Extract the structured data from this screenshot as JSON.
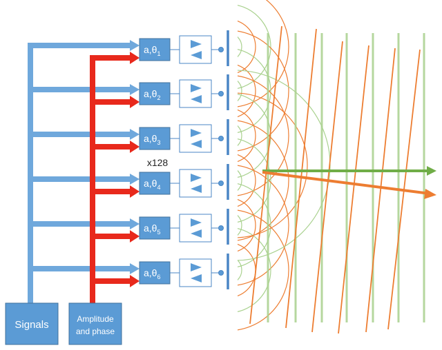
{
  "colors": {
    "blue": "#6fa8dc",
    "blue_dark": "#4a86c5",
    "box_fill": "#5b9bd5",
    "box_stroke": "#41719c",
    "red": "#e8291c",
    "green": "#a9d18e",
    "green_arrow": "#70ad47",
    "orange": "#ed7d31"
  },
  "boxes": {
    "signals": "Signals",
    "amplitude_line1": "Amplitude",
    "amplitude_line2": "and phase"
  },
  "count_label": "x128",
  "elements": [
    {
      "prefix": "a,θ",
      "sub": "1"
    },
    {
      "prefix": "a,θ",
      "sub": "2"
    },
    {
      "prefix": "a,θ",
      "sub": "3"
    },
    {
      "prefix": "a,θ",
      "sub": "4"
    },
    {
      "prefix": "a,θ",
      "sub": "5"
    },
    {
      "prefix": "a,θ",
      "sub": "6"
    }
  ]
}
